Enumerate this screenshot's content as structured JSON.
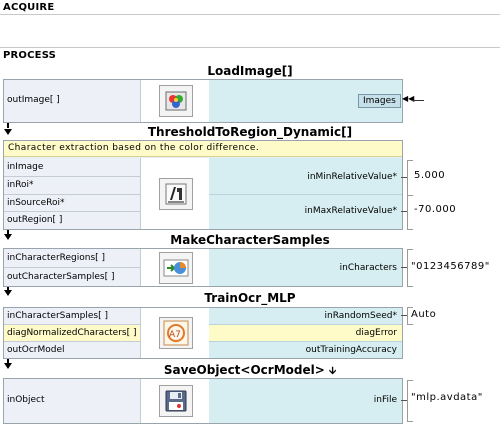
{
  "sections": {
    "acquire": "ACQUIRE",
    "process": "PROCESS"
  },
  "nodes": [
    {
      "title": "LoadImage[]",
      "outputs": [
        "outImage[ ]"
      ],
      "inputs": [
        "inFile"
      ],
      "icon": "image-palette-icon",
      "bound_tag": "Images"
    },
    {
      "title": "ThresholdToRegion_Dynamic[]",
      "comment": "Character extraction based on the color difference.",
      "left_ports": [
        "inImage",
        "inRoi*",
        "inSourceRoi*",
        "outRegion[ ]"
      ],
      "right_ports": [
        "inMinRelativeValue*",
        "inMaxRelativeValue*"
      ],
      "values": [
        "5.000",
        "-70.000"
      ],
      "icon": "threshold-icon"
    },
    {
      "title": "MakeCharacterSamples",
      "left_ports": [
        "inCharacterRegions[ ]",
        "outCharacterSamples[ ]"
      ],
      "right_ports": [
        "inCharacters"
      ],
      "values": [
        "\"0123456789\""
      ],
      "icon": "character-samples-icon"
    },
    {
      "title": "TrainOcr_MLP",
      "left_ports": [
        "inCharacterSamples[ ]",
        "diagNormalizedCharacters[ ]",
        "outOcrModel"
      ],
      "right_ports": [
        "inRandomSeed*",
        "diagError",
        "outTrainingAccuracy"
      ],
      "values": [
        "Auto"
      ],
      "icon": "ocr-training-icon"
    },
    {
      "title": "SaveObject<OcrModel>",
      "title_suffix": "🡫",
      "left_ports": [
        "inObject"
      ],
      "right_ports": [
        "inFile"
      ],
      "values": [
        "\"mlp.avdata\""
      ],
      "icon": "save-disk-icon"
    }
  ],
  "colors": {
    "left_column": "#eef0f8",
    "right_column": "#d6eef1",
    "comment": "#fffbc8",
    "diag_highlight": "#fffbc8"
  }
}
